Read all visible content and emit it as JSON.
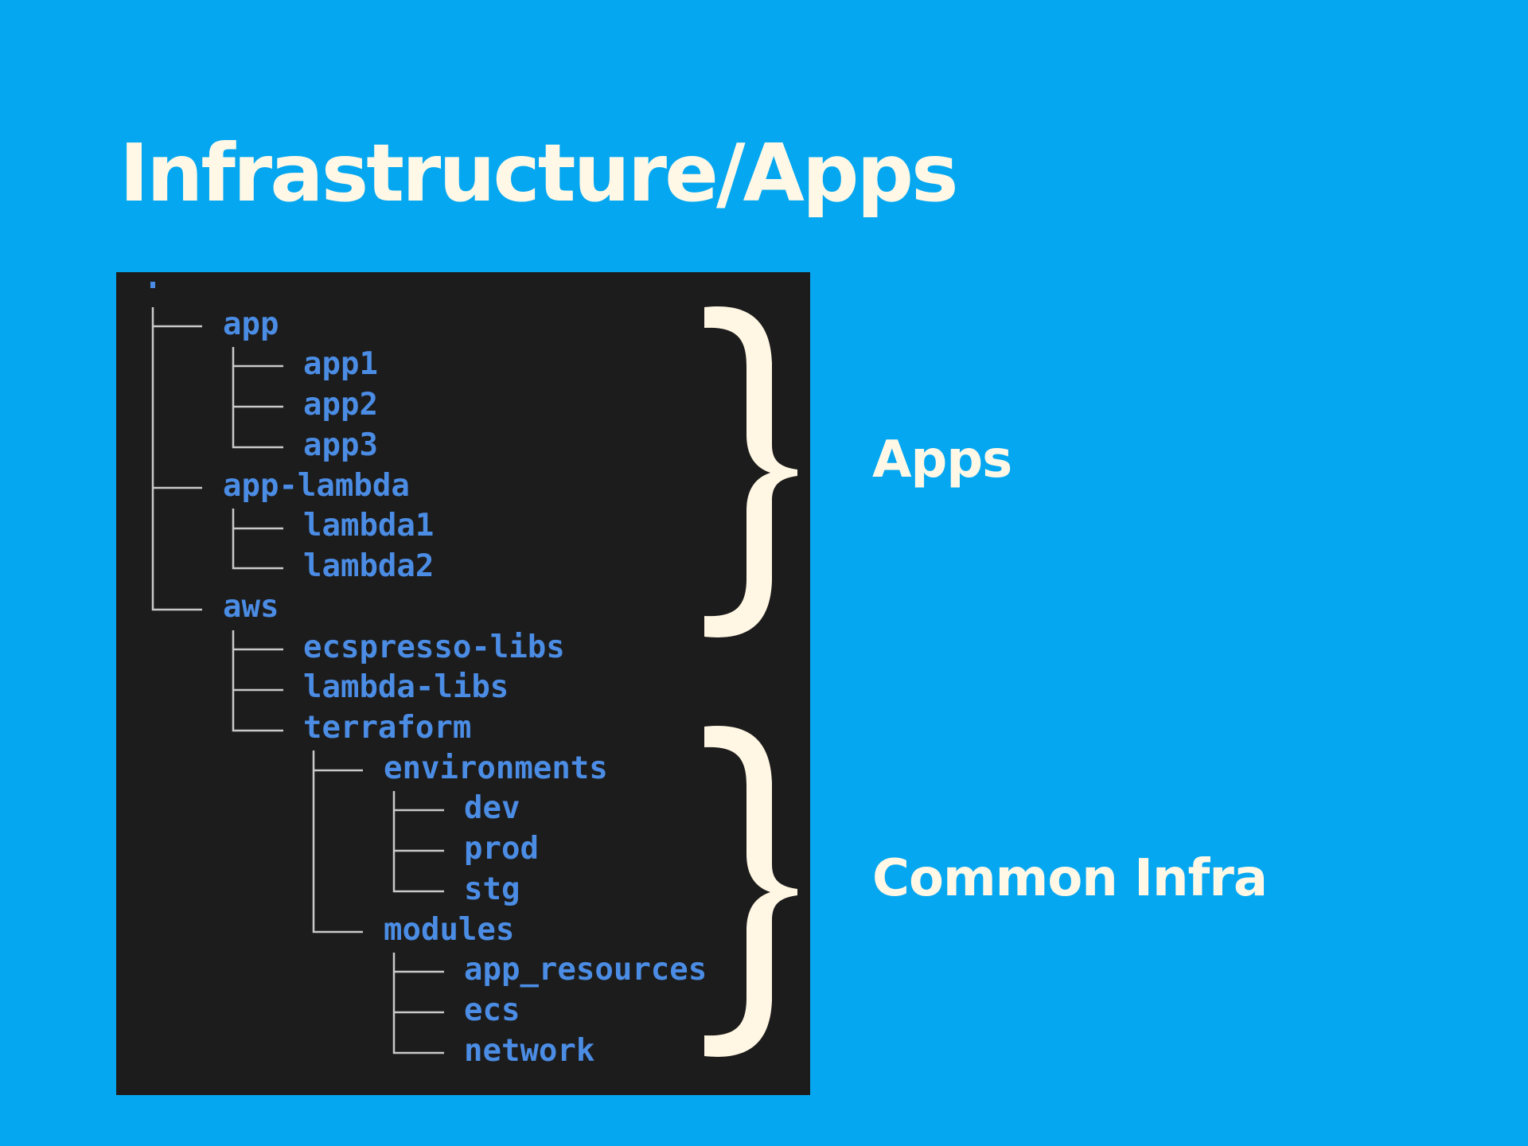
{
  "title": "Infrastructure/Apps",
  "tree": {
    "root": ".",
    "items": [
      {
        "label": "app"
      },
      {
        "label": "app1"
      },
      {
        "label": "app2"
      },
      {
        "label": "app3"
      },
      {
        "label": "app-lambda"
      },
      {
        "label": "lambda1"
      },
      {
        "label": "lambda2"
      },
      {
        "label": "aws"
      },
      {
        "label": "ecspresso-libs"
      },
      {
        "label": "lambda-libs"
      },
      {
        "label": "terraform"
      },
      {
        "label": "environments"
      },
      {
        "label": "dev"
      },
      {
        "label": "prod"
      },
      {
        "label": "stg"
      },
      {
        "label": "modules"
      },
      {
        "label": "app_resources"
      },
      {
        "label": "ecs"
      },
      {
        "label": "network"
      }
    ]
  },
  "groups": {
    "apps": "Apps",
    "common_infra": "Common Infra"
  },
  "colors": {
    "background": "#05a7f0",
    "terminal": "#1c1c1c",
    "tree_text": "#4b8ce4",
    "tree_lines": "#c9c9c9",
    "slide_text": "#fff8e6"
  }
}
